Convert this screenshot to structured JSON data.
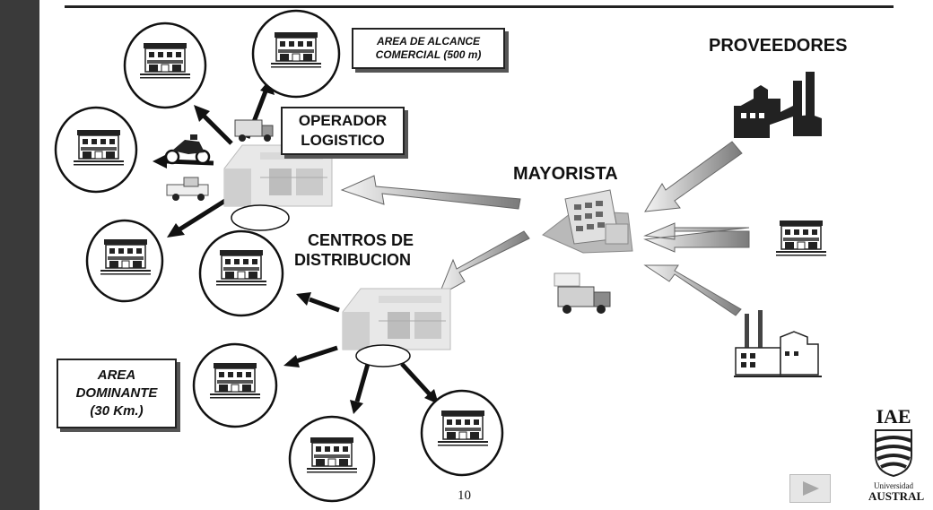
{
  "labels": {
    "proveedores": "PROVEEDORES",
    "mayorista": "MAYORISTA",
    "centros_line1": "CENTROS DE",
    "centros_line2": "DISTRIBUCION"
  },
  "boxes": {
    "area_alcance_line1": "AREA DE ALCANCE",
    "area_alcance_line2": "COMERCIAL  (500 m)",
    "operador_line1": "OPERADOR",
    "operador_line2": "LOGISTICO",
    "area_dominante_line1": "AREA",
    "area_dominante_line2": "DOMINANTE",
    "area_dominante_line3": "(30 Km.)"
  },
  "page_number": "10",
  "logo": {
    "top": "IAE",
    "middle": "Universidad",
    "bottom": "AUSTRAL"
  },
  "icons": [
    "store-icon",
    "factory-icon",
    "warehouse-icon",
    "office-building-icon",
    "truck-icon",
    "motorcycle-icon",
    "pickup-icon",
    "shield-icon",
    "next-arrow-icon"
  ]
}
